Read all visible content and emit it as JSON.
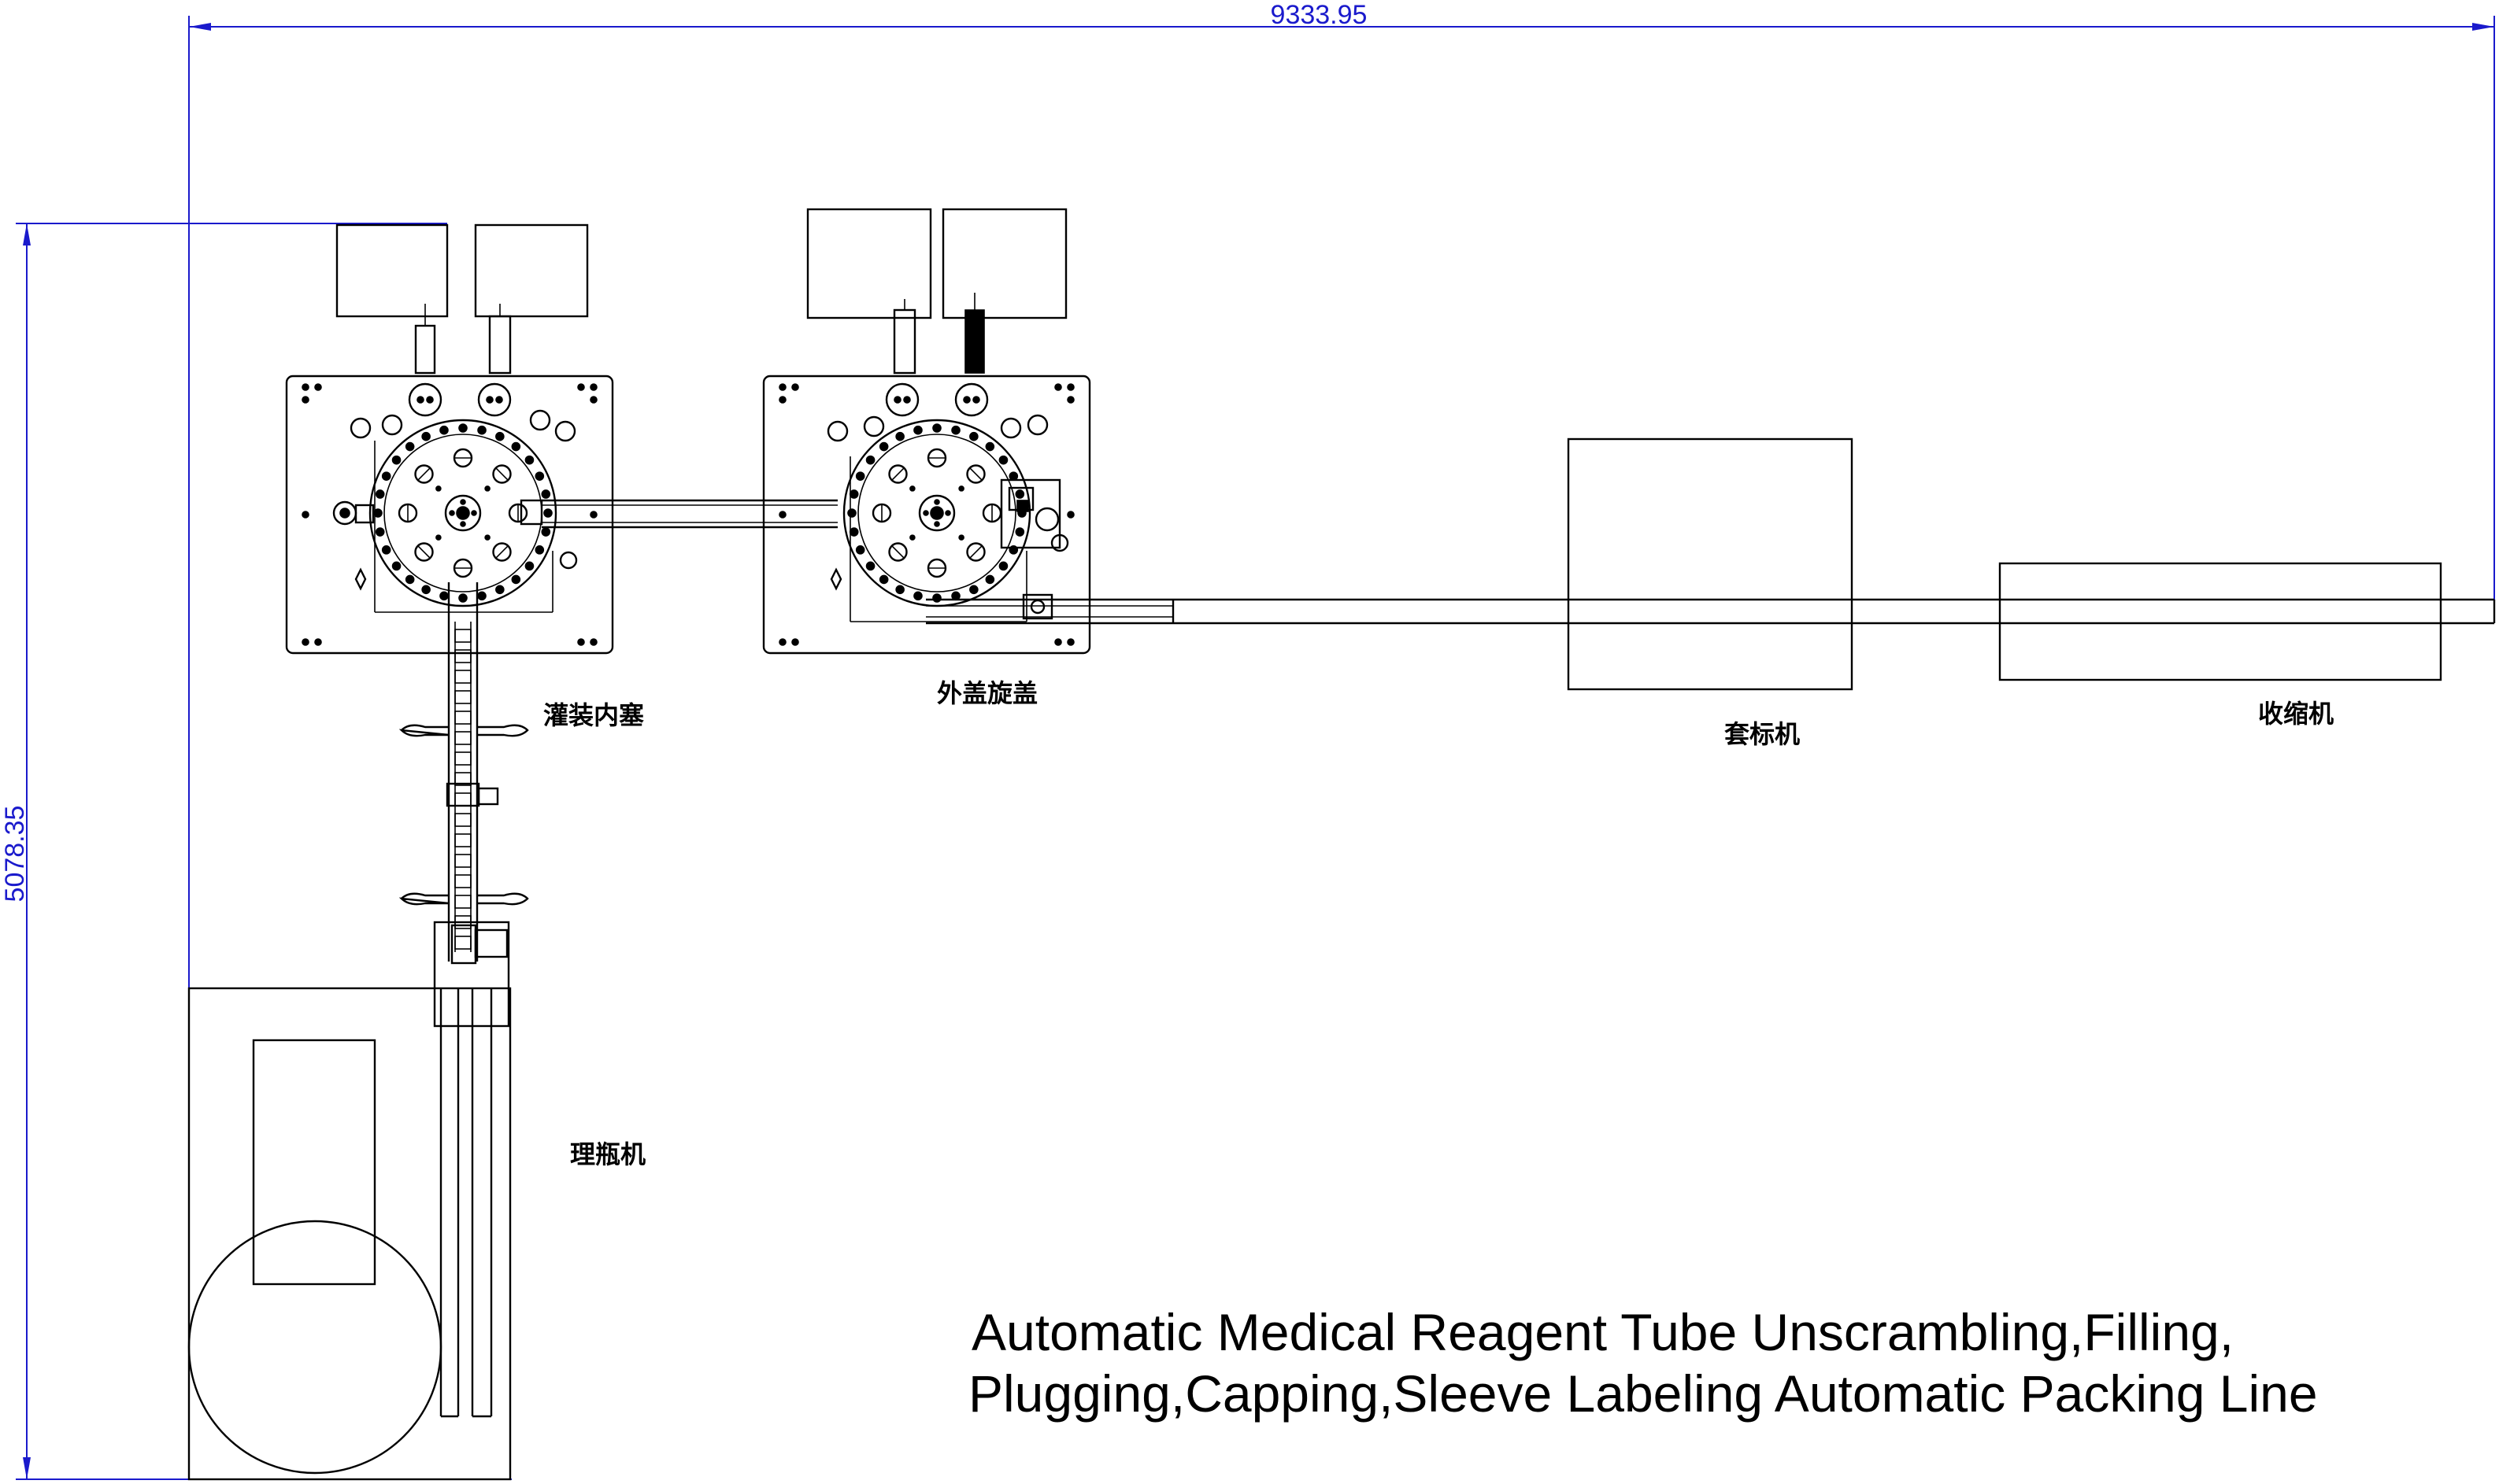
{
  "colors": {
    "dimension": "#1a1acc",
    "line": "#000000",
    "background": "#ffffff"
  },
  "dimensions": {
    "overall_length": "9333.95",
    "overall_width": "5078.35"
  },
  "labels": {
    "filling_plugging": "灌装内塞",
    "outer_capping": "外盖旋盖",
    "sleeve_labeler": "套标机",
    "shrink_tunnel": "收缩机",
    "bottle_unscrambler": "理瓶机"
  },
  "title": {
    "line1": "Automatic Medical Reagent Tube Unscrambling,Filling,",
    "line2": "Plugging,Capping,Sleeve Labeling Automatic Packing Line"
  }
}
